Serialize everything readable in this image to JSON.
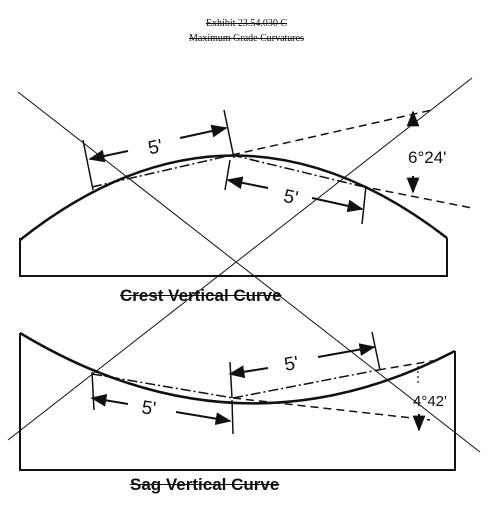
{
  "header": {
    "title": "Exhibit 23.54.030 C",
    "subtitle": "Maximum Grade Curvatures"
  },
  "crest": {
    "caption": "Crest Vertical Curve",
    "chord_left_label": "5'",
    "chord_right_label": "5'",
    "angle_label": "6°24'"
  },
  "sag": {
    "caption": "Sag Vertical Curve",
    "chord_top_label": "5'",
    "chord_bottom_label": "5'",
    "angle_label": "4°42'"
  }
}
